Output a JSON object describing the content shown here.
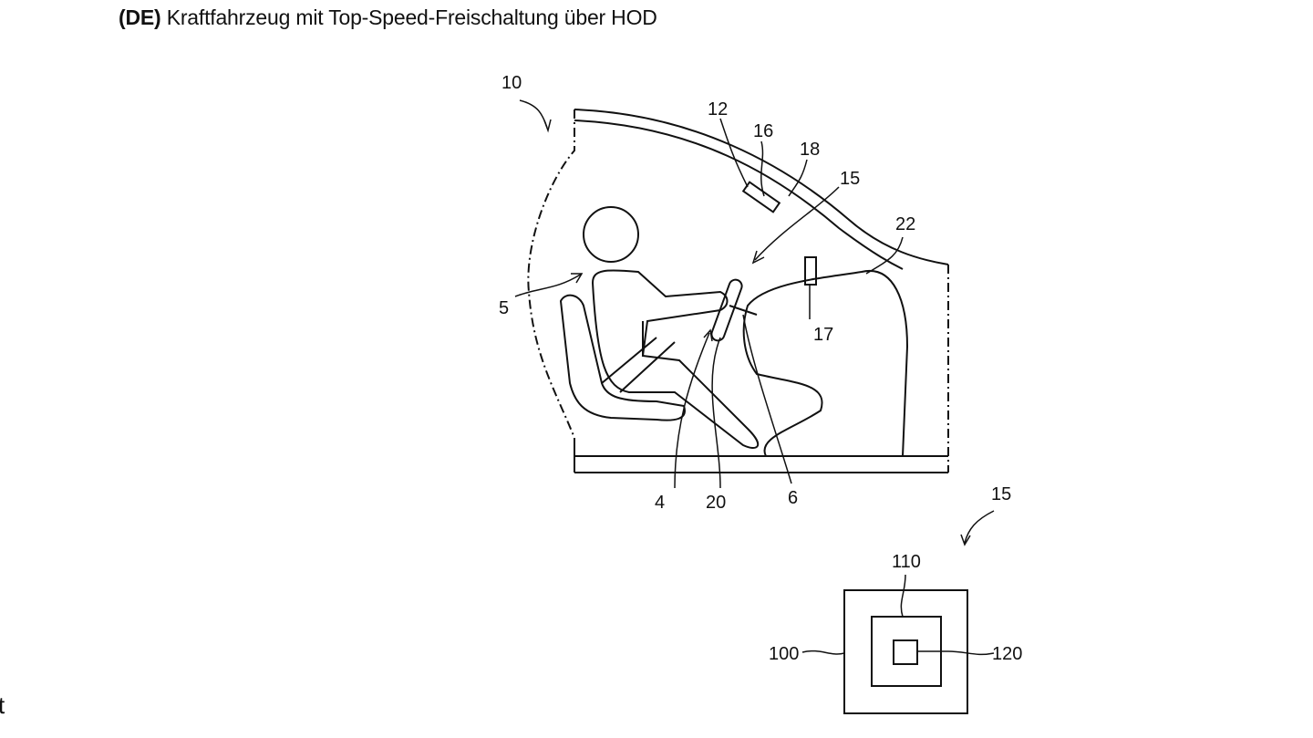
{
  "header": {
    "country_code": "(DE)",
    "title": "Kraftfahrzeug mit Top-Speed-Freischaltung über HOD"
  },
  "stray_text": "t",
  "figure": {
    "labels": {
      "l10": "10",
      "l12": "12",
      "l16": "16",
      "l18": "18",
      "l15a": "15",
      "l22": "22",
      "l5": "5",
      "l17": "17",
      "l4": "4",
      "l20": "20",
      "l6": "6",
      "l15b": "15",
      "l110": "110",
      "l100": "100",
      "l120": "120"
    }
  }
}
